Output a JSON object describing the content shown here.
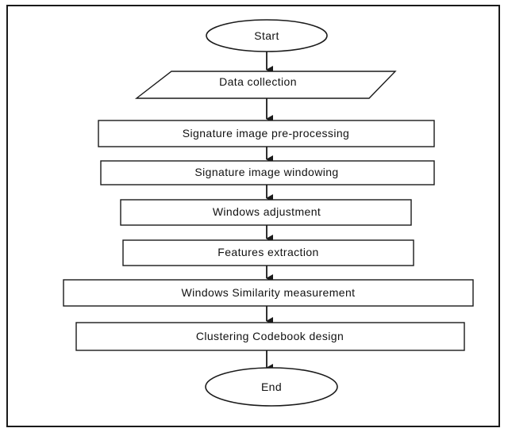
{
  "flowchart": {
    "start": "Start",
    "data_collection": "Data collection",
    "preprocessing": "Signature image pre-processing",
    "windowing": "Signature image windowing",
    "adjustment": "Windows adjustment",
    "features": "Features extraction",
    "similarity": "Windows Similarity measurement",
    "clustering": "Clustering Codebook design",
    "end": "End"
  },
  "colors": {
    "stroke": "#1a1a1a",
    "background": "#ffffff"
  }
}
